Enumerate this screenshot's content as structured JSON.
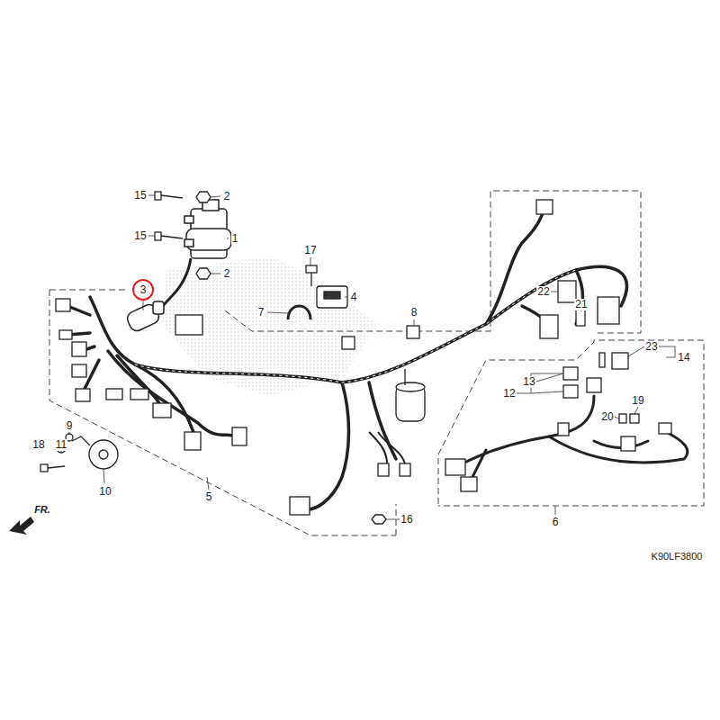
{
  "diagram": {
    "nodes": [
      {
        "text": [
          "3"
        ]
      }
    ],
    "labels": [
      "15",
      "2",
      "15",
      "1",
      "2",
      "17",
      "4",
      "7",
      "8",
      "22",
      "21",
      "23",
      "14",
      "13",
      "12",
      "19",
      "20",
      "9",
      "18",
      "11",
      "10",
      "5",
      "16",
      "6",
      "FR.",
      "K90LF3800"
    ]
  }
}
